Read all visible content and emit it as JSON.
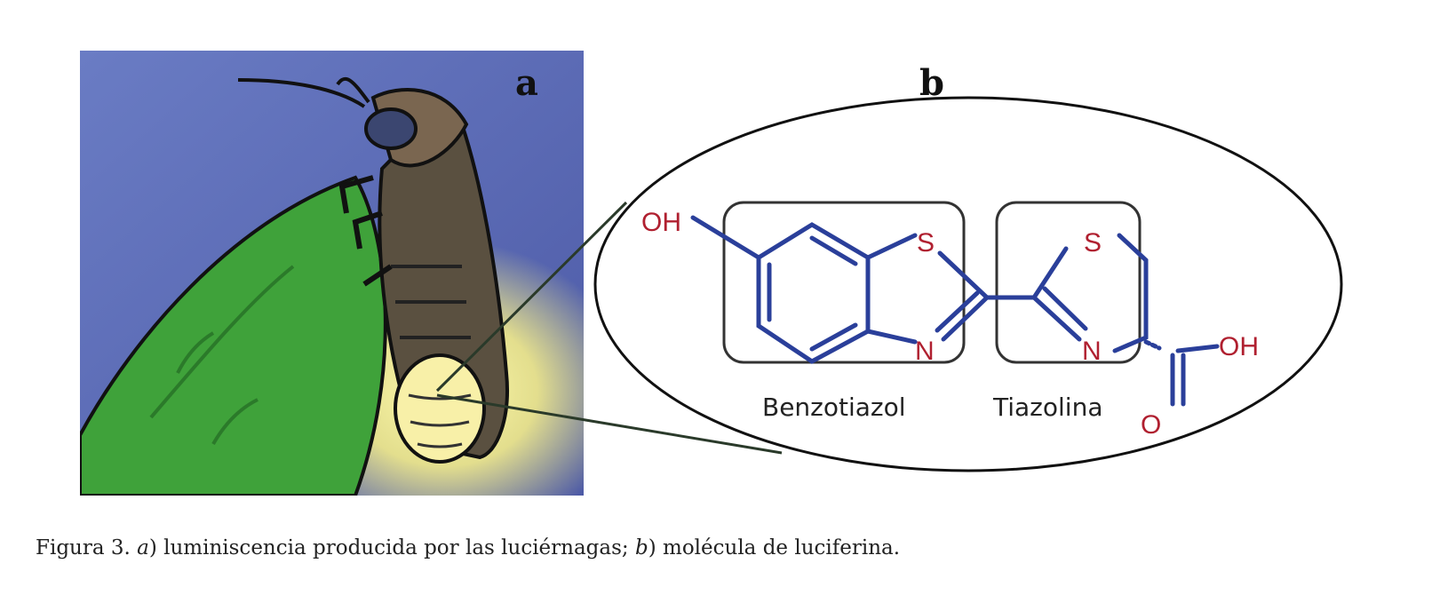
{
  "panel_a": {
    "label": "a"
  },
  "panel_b": {
    "label": "b",
    "atoms": {
      "oh_left": "OH",
      "s1": "S",
      "n1": "N",
      "s2": "S",
      "n2": "N",
      "oh_right": "OH",
      "o": "O"
    },
    "ring_labels": {
      "benzothiazole": "Benzotiazol",
      "thiazoline": "Tiazolina"
    }
  },
  "caption": {
    "prefix": "Figura 3. ",
    "a_marker": "a",
    "a_text": ") luminiscencia producida por las luciérnagas; ",
    "b_marker": "b",
    "b_text": ") molécula de luciferina."
  },
  "colors": {
    "bond": "#2a3f9a",
    "heteroatom": "#b02030",
    "background_panel": "#5a6ab5"
  }
}
